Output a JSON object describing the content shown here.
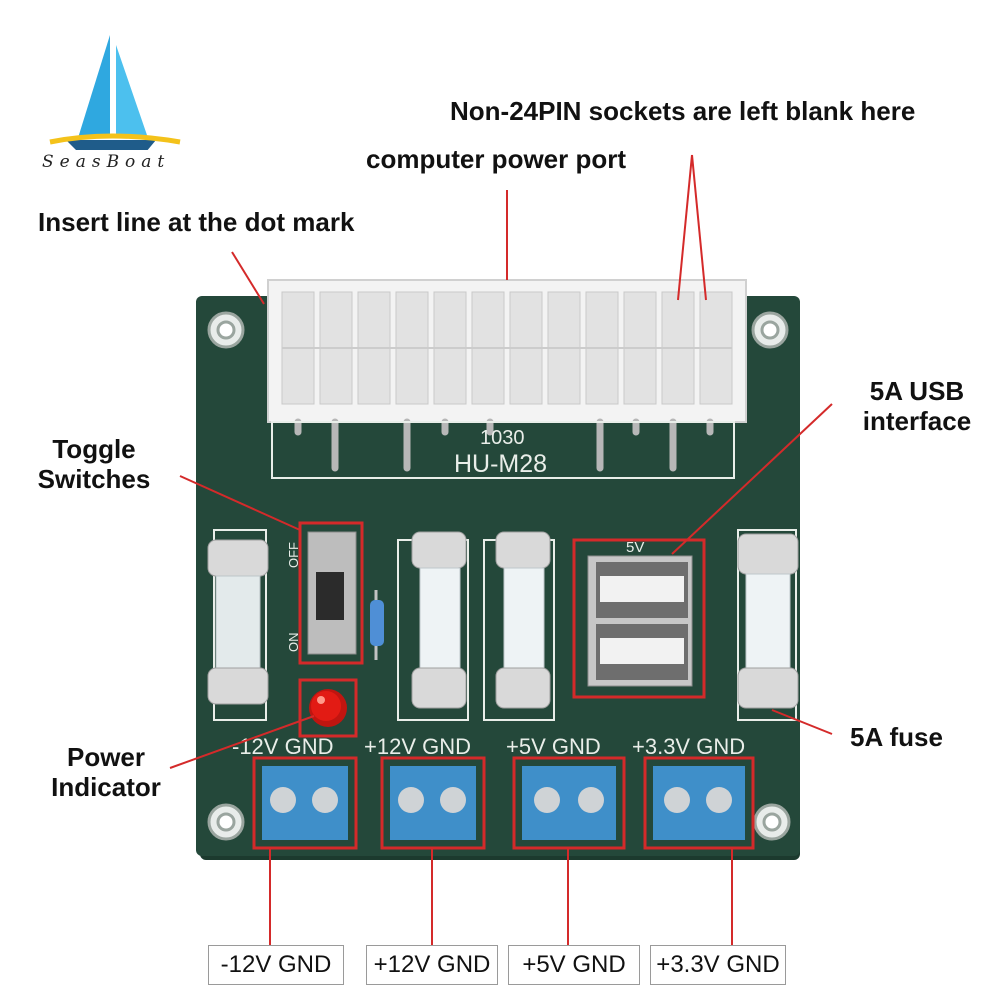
{
  "brand": {
    "name": "SeasBoat"
  },
  "annotations": {
    "non_24pin": "Non-24PIN sockets are left blank here",
    "power_port": "computer power port",
    "insert_line": "Insert line at the dot mark",
    "usb_line1": "5A USB",
    "usb_line2": "interface",
    "toggle_line1": "Toggle",
    "toggle_line2": "Switches",
    "fuse": "5A fuse",
    "power_line1": "Power",
    "power_line2": "Indicator"
  },
  "board": {
    "part_number": "1030",
    "model": "HU-M28",
    "switch_off": "OFF",
    "switch_on": "ON",
    "usb_label": "5V",
    "terminal_labels": [
      "-12V GND",
      "+12V GND",
      "+5V GND",
      "+3.3V GND"
    ]
  },
  "output_labels": [
    "-12V GND",
    "+12V GND",
    "+5V GND",
    "+3.3V GND"
  ],
  "colors": {
    "pcb": "#24483a",
    "annotation_line": "#d42a2a",
    "terminal": "#3f8fc9",
    "silkscreen": "#e9eee9",
    "led": "#e21b14"
  }
}
